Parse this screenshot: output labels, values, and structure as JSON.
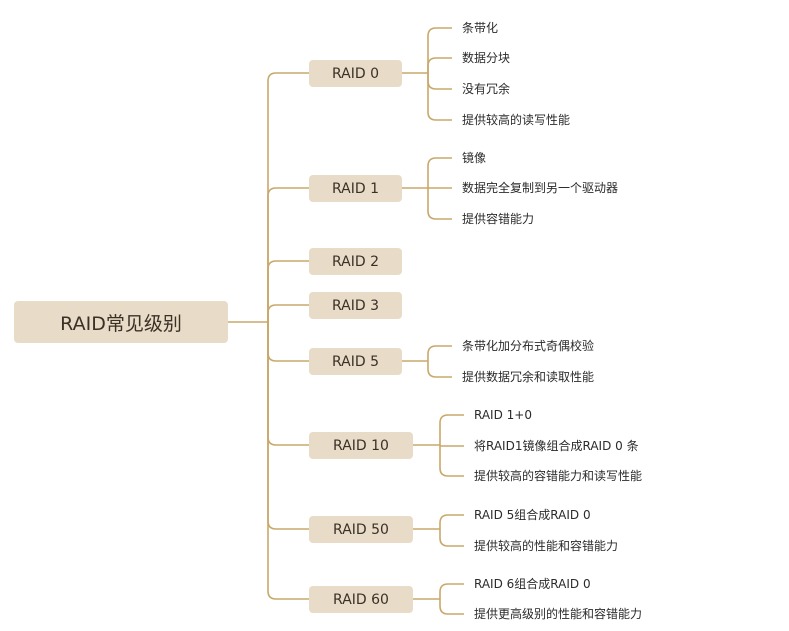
{
  "root": {
    "label": "RAID常见级别"
  },
  "colors": {
    "line": "#c9a86a",
    "node_fill": "#e8dcc8",
    "text": "#333333"
  },
  "branches": [
    {
      "label": "RAID 0",
      "children": [
        "条带化",
        "数据分块",
        "没有冗余",
        "提供较高的读写性能"
      ]
    },
    {
      "label": "RAID 1",
      "children": [
        "镜像",
        "数据完全复制到另一个驱动器",
        "提供容错能力"
      ]
    },
    {
      "label": "RAID 2",
      "children": []
    },
    {
      "label": "RAID 3",
      "children": []
    },
    {
      "label": "RAID 5",
      "children": [
        "条带化加分布式奇偶校验",
        "提供数据冗余和读取性能"
      ]
    },
    {
      "label": "RAID 10",
      "children": [
        "RAID 1+0",
        "将RAID1镜像组合成RAID 0 条",
        "提供较高的容错能力和读写性能"
      ]
    },
    {
      "label": "RAID 50",
      "children": [
        "RAID 5组合成RAID 0",
        "提供较高的性能和容错能力"
      ]
    },
    {
      "label": "RAID 60",
      "children": [
        "RAID 6组合成RAID 0",
        "提供更高级别的性能和容错能力"
      ]
    }
  ]
}
